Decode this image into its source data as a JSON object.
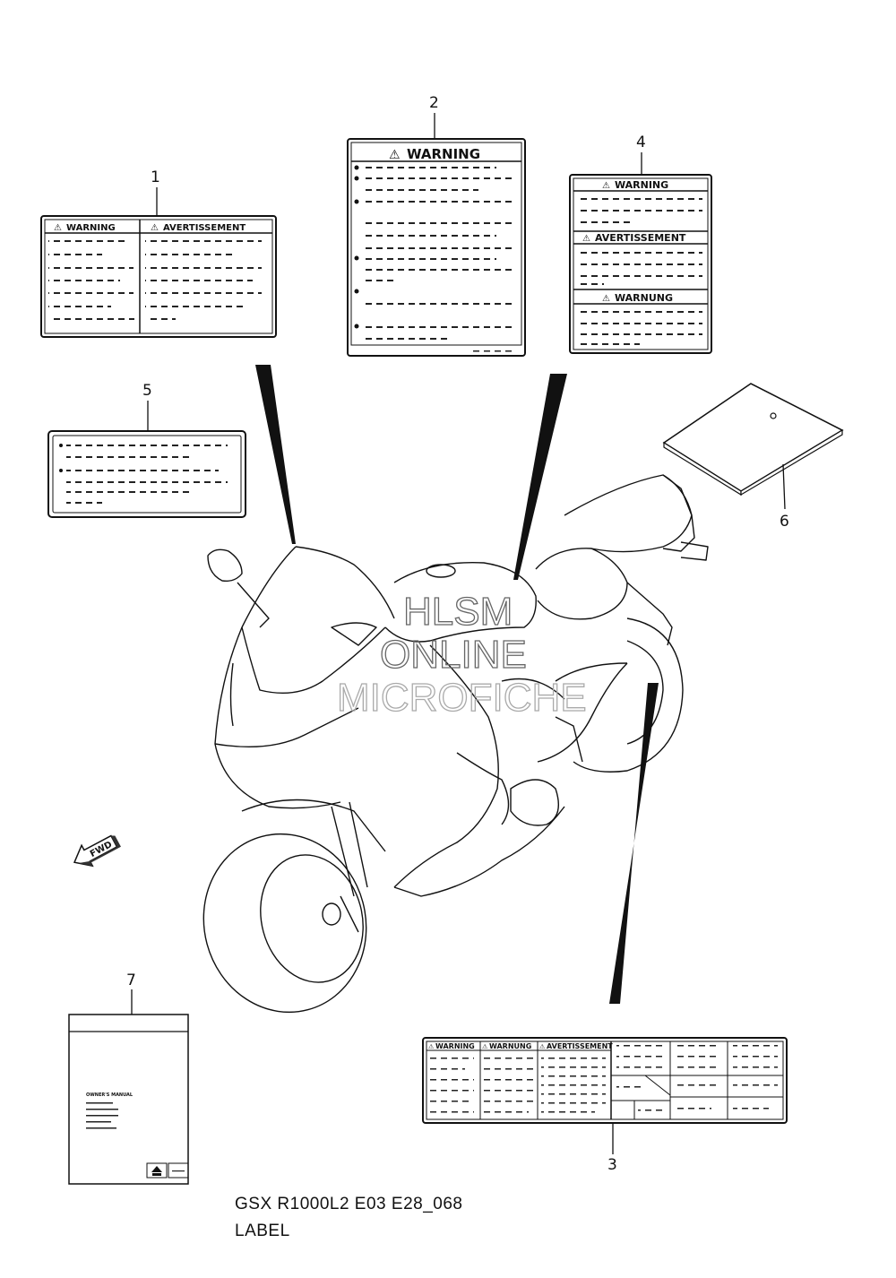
{
  "callouts": [
    "1",
    "2",
    "3",
    "4",
    "5",
    "6",
    "7"
  ],
  "label1": {
    "left_heading": "WARNING",
    "right_heading": "AVERTISSEMENT"
  },
  "label2": {
    "heading": "WARNING"
  },
  "label3": {
    "headings": [
      "WARNING",
      "WARNUNG",
      "AVERTISSEMENT"
    ]
  },
  "label4": {
    "headings": [
      "WARNING",
      "AVERTISSEMENT",
      "WARNUNG"
    ]
  },
  "manual": {
    "title": "OWNER'S MANUAL"
  },
  "fwd": "FWD",
  "watermark": [
    "HLSM",
    "ONLINE",
    "MICROFICHE"
  ],
  "footer": {
    "model": "GSX R1000L2 E03 E28_068",
    "title": "LABEL"
  }
}
